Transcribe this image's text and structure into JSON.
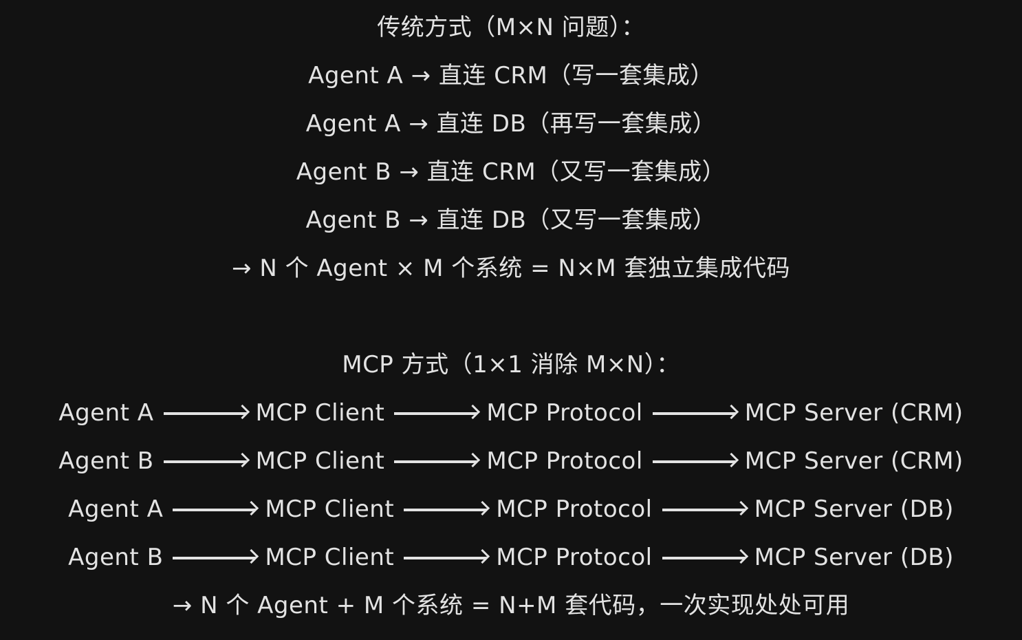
{
  "traditional": {
    "heading": "传统方式（M×N 问题）：",
    "lines": [
      "Agent A → 直连 CRM（写一套集成）",
      "Agent A → 直连 DB（再写一套集成）",
      "Agent B → 直连 CRM（又写一套集成）",
      "Agent B → 直连 DB（又写一套集成）"
    ],
    "summary": "→ N 个 Agent × M 个系统 = N×M 套独立集成代码"
  },
  "mcp": {
    "heading": "MCP 方式（1×1 消除 M×N）：",
    "flows": [
      {
        "agent": "Agent A",
        "client": "MCP Client",
        "protocol": "MCP Protocol",
        "server": "MCP Server (CRM)"
      },
      {
        "agent": "Agent B",
        "client": "MCP Client",
        "protocol": "MCP Protocol",
        "server": "MCP Server (CRM)"
      },
      {
        "agent": "Agent A",
        "client": "MCP Client",
        "protocol": "MCP Protocol",
        "server": "MCP Server (DB)"
      },
      {
        "agent": "Agent B",
        "client": "MCP Client",
        "protocol": "MCP Protocol",
        "server": "MCP Server (DB)"
      }
    ],
    "summary": "→ N 个 Agent + M 个系统 = N+M 套代码，一次实现处处可用"
  },
  "colors": {
    "background": "#121212",
    "text": "#e3e3e3"
  }
}
